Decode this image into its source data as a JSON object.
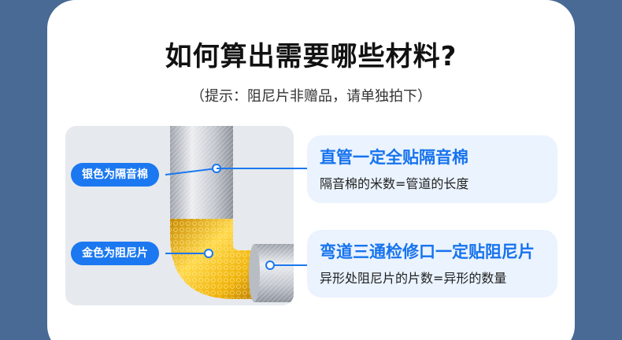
{
  "header": {
    "title": "如何算出需要哪些材料?",
    "subtitle": "（提示：阻尼片非赠品，请单独拍下）"
  },
  "labels": {
    "silver": "银色为隔音棉",
    "gold": "金色为阻尼片"
  },
  "info": {
    "straight": {
      "title": "直管一定全贴隔音棉",
      "desc": "隔音棉的米数=管道的长度"
    },
    "fittings": {
      "title": "弯道三通检修口一定贴阻尼片",
      "desc": "异形处阻尼片的片数=异形的数量"
    }
  },
  "colors": {
    "accent": "#1b78f0",
    "background": "#486a94",
    "silver": "#c9ccd2",
    "gold": "#f2b90f"
  }
}
